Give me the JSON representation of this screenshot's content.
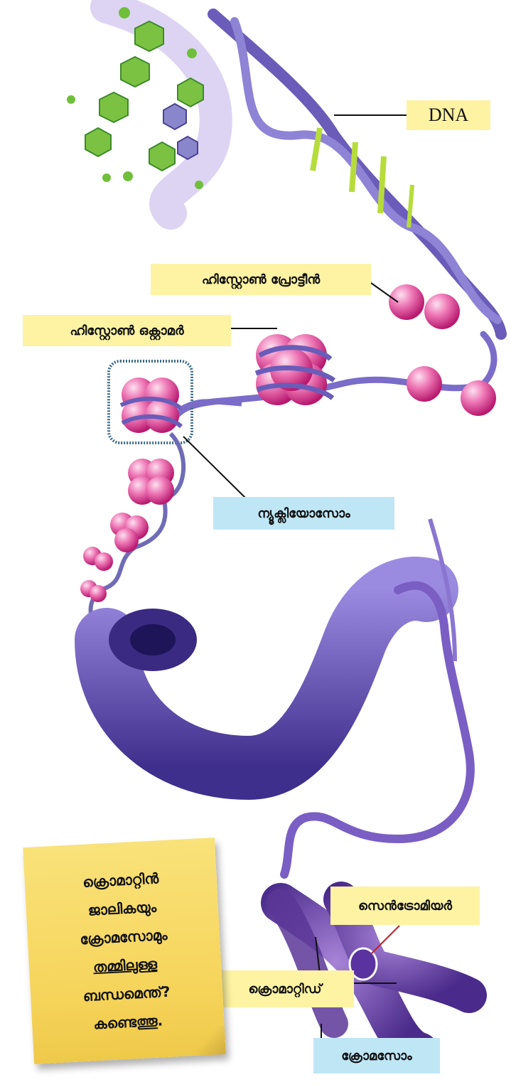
{
  "labels": {
    "dna": "DNA",
    "histone_protein": "ഹിസ്റ്റോൺ പ്രോട്ടീൻ",
    "histone_octamer": "ഹിസ്റ്റോൺ ഒക്റ്റാമർ",
    "nucleosome": "ന്യൂക്ലിയോസോം",
    "centromere": "സെൻട്രോമിയർ",
    "chromatid": "ക്രൊമാറ്റിഡ്",
    "chromosome": "ക്രോമസോം"
  },
  "note": {
    "lines": [
      "ക്രൊമാറ്റിൻ",
      "ജാലികയും",
      "ക്രോമസോമും",
      "തമ്മിലുള്ള",
      "ബന്ധമെന്ത്?",
      "കണ്ടെത്തൂ."
    ]
  },
  "colors": {
    "yellow_label": "#fdf3a2",
    "blue_label": "#bfe6f5",
    "dna_strand": "#6a5cb8",
    "base_green": "#7cc242",
    "histone_pink": "#e0509e",
    "chromosome_purple": "#6a3fa6",
    "note_yellow": "#f7d95e"
  }
}
